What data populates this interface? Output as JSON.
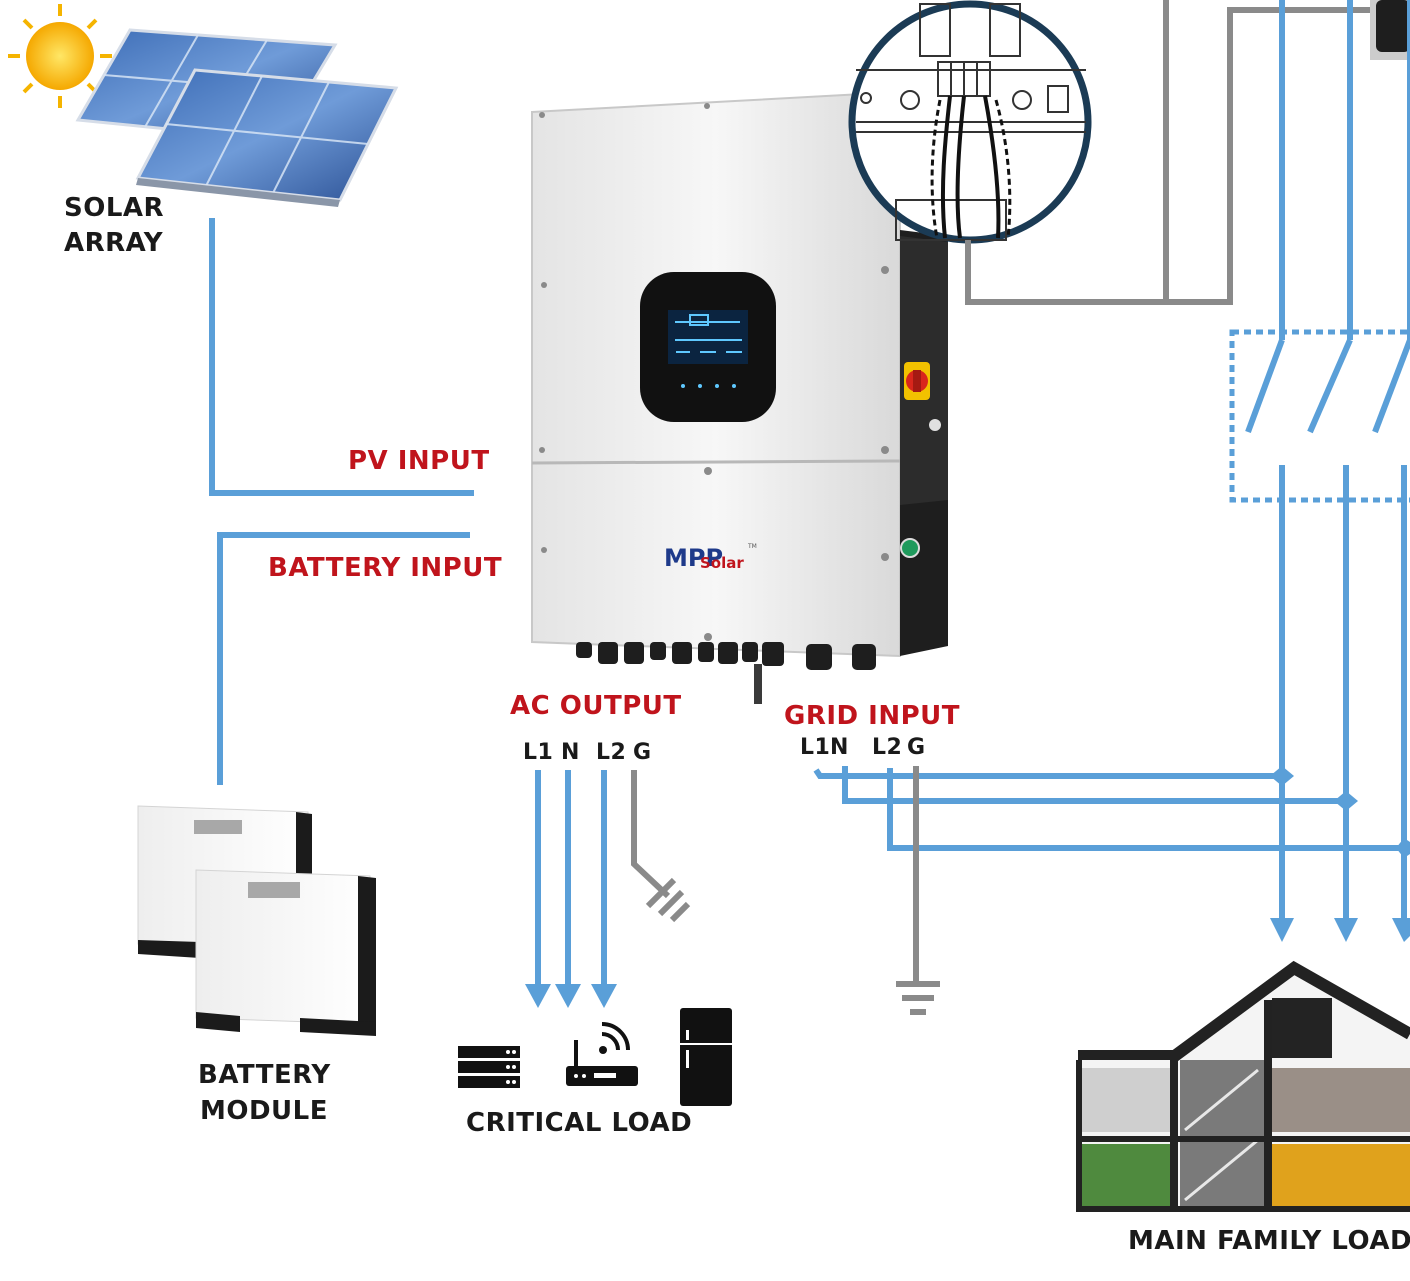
{
  "labels": {
    "solar_line1": "SOLAR",
    "solar_line2": "ARRAY",
    "pv_input": "PV INPUT",
    "battery_input": "BATTERY INPUT",
    "battery_line1": "BATTERY",
    "battery_line2": "MODULE",
    "ac_output": "AC OUTPUT",
    "grid_input": "GRID INPUT",
    "critical_load": "CRITICAL LOAD",
    "main_family_load": "MAIN FAMILY LOAD"
  },
  "ac_terminals": [
    "L1",
    "N",
    "L2",
    "G"
  ],
  "grid_terminals": [
    "L1",
    "N",
    "L2",
    "G"
  ],
  "brand": {
    "logo_text_1": "MPP",
    "logo_text_2": "Solar",
    "mark": "TM"
  },
  "colors": {
    "wire": "#5a9fd8",
    "ground": "#8a8a8a",
    "label_red": "#c0141c",
    "text": "#1a1a1a"
  }
}
